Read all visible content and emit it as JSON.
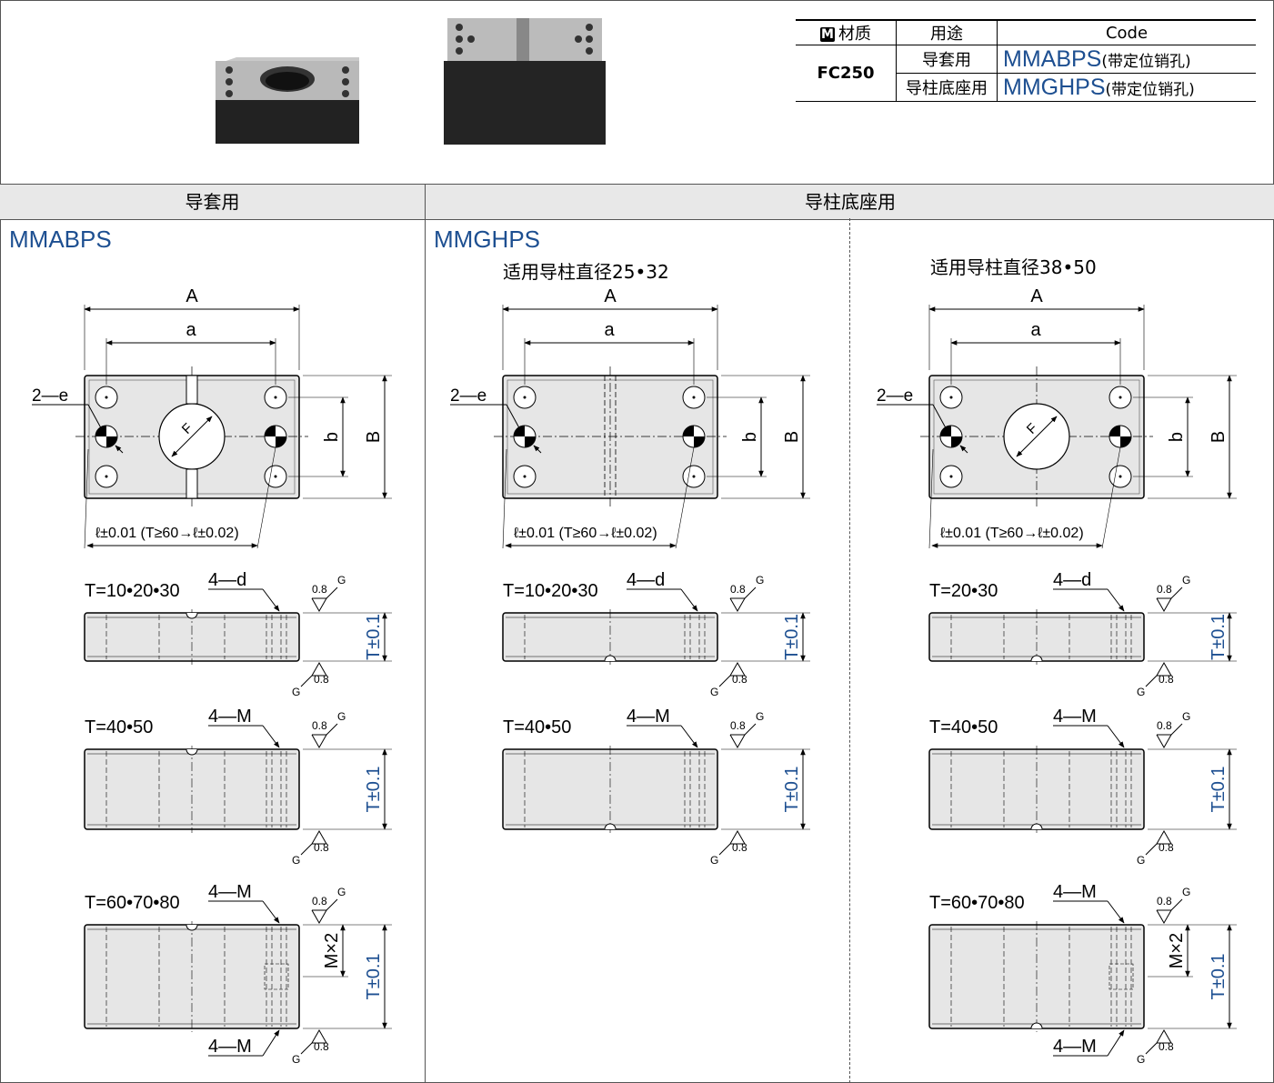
{
  "spec_table": {
    "col_material": "材质",
    "col_use": "用途",
    "col_code": "Code",
    "material": "FC250",
    "rows": [
      {
        "use": "导套用",
        "code": "MMABPS",
        "note": "(带定位销孔)"
      },
      {
        "use": "导柱底座用",
        "code": "MMGHPS",
        "note": "(带定位销孔)"
      }
    ],
    "badge": "M"
  },
  "sections": {
    "left_header": "导套用",
    "right_header": "导柱底座用"
  },
  "panels": {
    "mmabps": {
      "series": "MMABPS"
    },
    "mmghps_a": {
      "series": "MMGHPS",
      "subtitle": "适用导柱直径25•32"
    },
    "mmghps_b": {
      "subtitle": "适用导柱直径38•50"
    }
  },
  "dims": {
    "A": "A",
    "a": "a",
    "B": "B",
    "b": "b",
    "F": "F",
    "two_e": "2—e",
    "tol_l": "ℓ±0.01 (T≥60→ℓ±0.02)",
    "four_d": "4—d",
    "four_M": "4—M",
    "M2": "M×2",
    "T_tol": "T±0.1",
    "rough": "0.8",
    "G": "G",
    "T_10_20_30": "T=10•20•30",
    "T_20_30": "T=20•30",
    "T_40_50": "T=40•50",
    "T_60_70_80": "T=60•70•80"
  },
  "colors": {
    "accent": "#1d4f91",
    "header_bg": "#e8e8e8",
    "part_fill": "#e6e6e6"
  }
}
